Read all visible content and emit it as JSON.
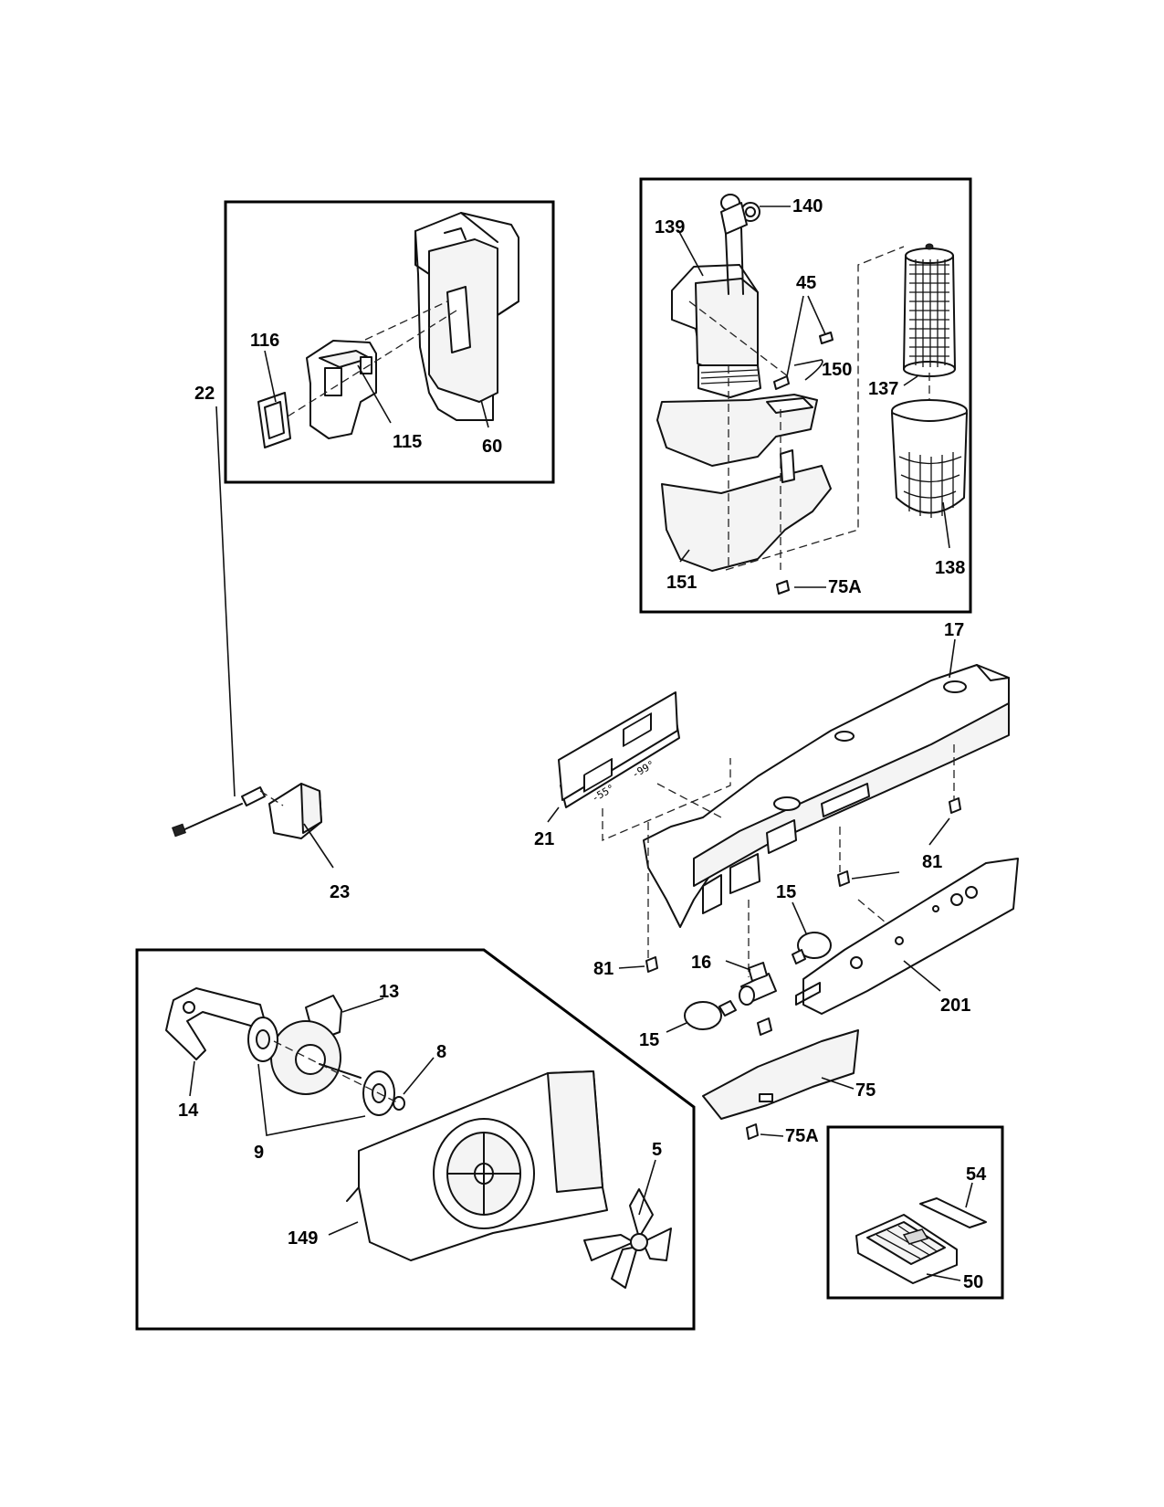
{
  "callouts": {
    "c5": "5",
    "c8": "8",
    "c9": "9",
    "c13": "13",
    "c14": "14",
    "c15a": "15",
    "c15b": "15",
    "c16": "16",
    "c17": "17",
    "c21": "21",
    "c22": "22",
    "c23": "23",
    "c45": "45",
    "c50": "50",
    "c54": "54",
    "c60": "60",
    "c75": "75",
    "c75a1": "75A",
    "c75a2": "75A",
    "c81a": "81",
    "c81b": "81",
    "c115": "115",
    "c116": "116",
    "c137": "137",
    "c138": "138",
    "c139": "139",
    "c140": "140",
    "c149": "149",
    "c150": "150",
    "c151": "151",
    "c201": "201"
  },
  "display": {
    "left": "-55°",
    "right": "-99°"
  }
}
